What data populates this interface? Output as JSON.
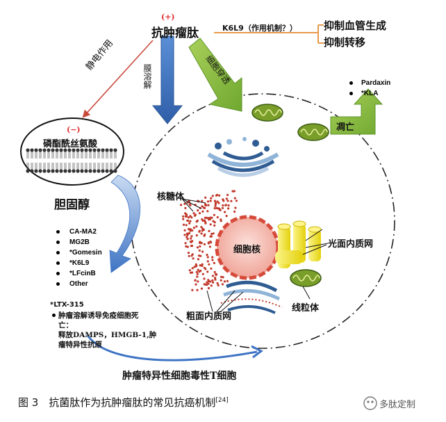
{
  "peptide": {
    "label": "抗肿瘤肽",
    "charge": "(+)"
  },
  "k6l9": {
    "label": "K6L9（作用机制？）",
    "effects": [
      "抑制血管生成",
      "抑制转移"
    ]
  },
  "arrows": {
    "electrostatic": "静电作用",
    "membrane_lysis": "膜溶解",
    "cell_penetration": "细胞穿透",
    "apoptosis": "凋亡"
  },
  "membrane": {
    "label": "磷酯酰丝氨酸",
    "charge": "(−)"
  },
  "cholesterol": "胆固醇",
  "mechanism_list": [
    "CA-MA2",
    "MG2B",
    "*Gomesin",
    "*K6L9",
    "*LFcinB",
    "Other"
  ],
  "apoptosis_list": [
    "Pardaxin",
    "*KLA"
  ],
  "organelles": {
    "ribosome": "核糖体",
    "nucleus": "细胞核",
    "smooth_er": "光面内质网",
    "rough_er": "粗面内质网",
    "mitochondria": "线粒体"
  },
  "ltx": {
    "name": "*LTX-315",
    "item_lines": [
      "肿瘤溶解诱导免疫细胞死",
      "亡：",
      "释放DAMPS，HMGB-1,肿",
      "瘤特异性抗原"
    ]
  },
  "tcell": "肿瘤特异性细胞毒性T细胞",
  "caption": {
    "text": "图 3　抗菌肽作为抗肿瘤肽的常见抗癌机制",
    "ref": "[24]"
  },
  "watermark": "多肽定制",
  "colors": {
    "red": "#e03030",
    "blue_arrow": "#3f74c4",
    "green_arrow": "#8dc24a",
    "orange_line": "#e89a4c",
    "nucleus": "#f4b8b0",
    "nucleus_ring": "#d64a3a",
    "ribosome": "#c0392b",
    "er_yellow": "#f6e71a",
    "mito_fill": "#7a9e2a",
    "rough_er_blue": "#2f5c92"
  }
}
